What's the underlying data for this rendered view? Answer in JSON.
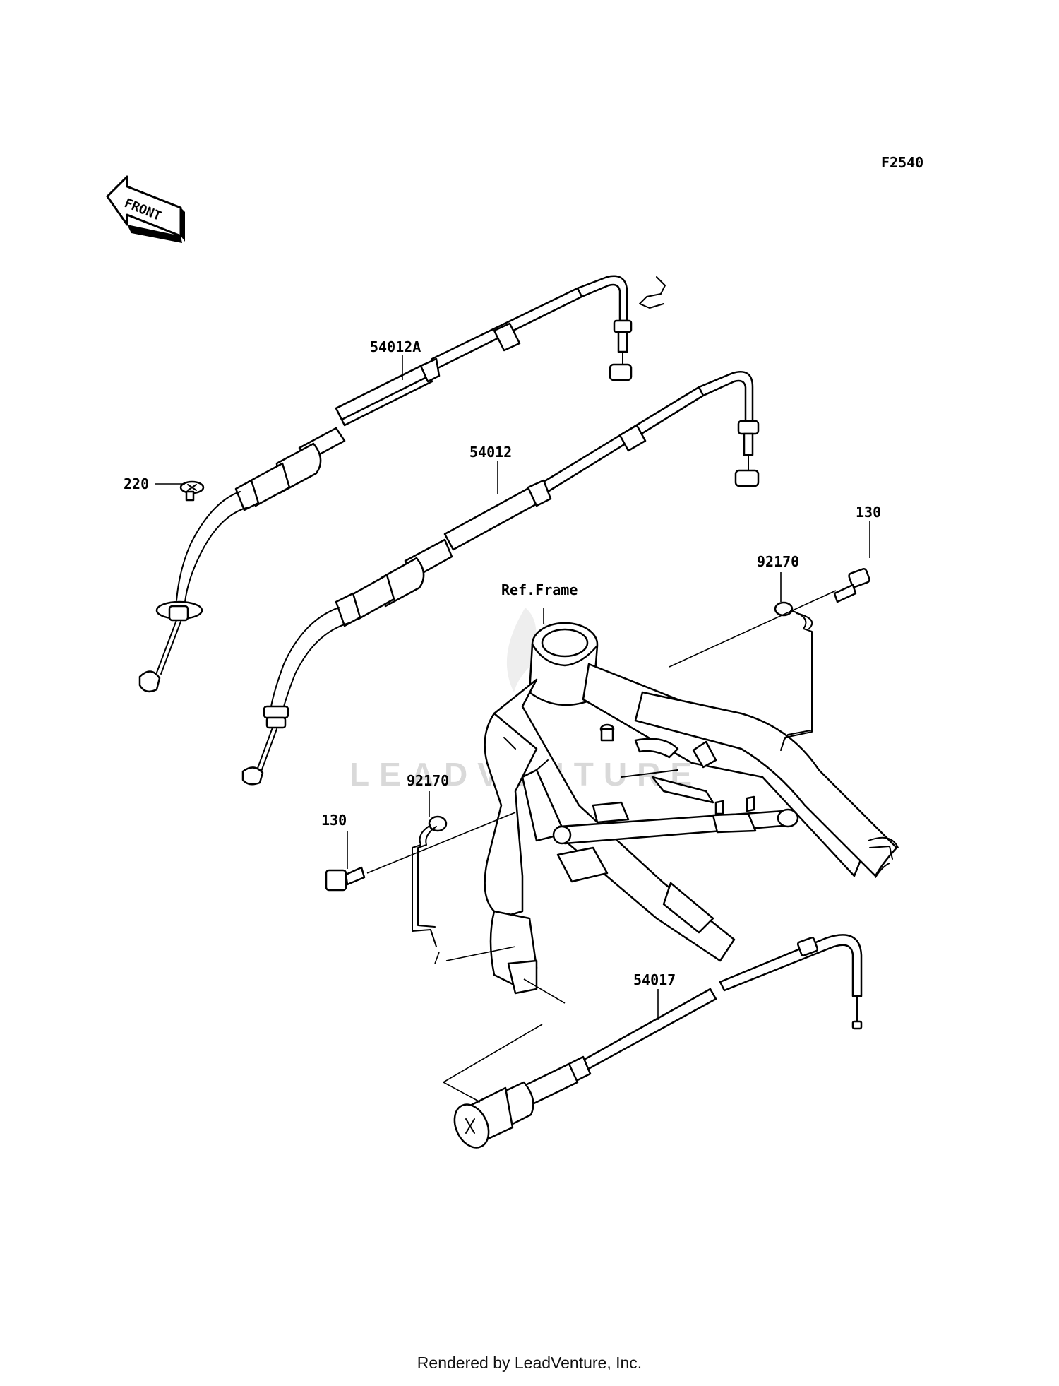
{
  "diagram": {
    "figure_code": "F2540",
    "front_label": "FRONT",
    "watermark": "LEADVENTURE",
    "labels": {
      "cable_54012a": "54012A",
      "cable_54012": "54012",
      "screw_220": "220",
      "bolt_130_right": "130",
      "clamp_92170_right": "92170",
      "ref_frame": "Ref.Frame",
      "clamp_92170_left": "92170",
      "bolt_130_left": "130",
      "choke_cable_54017": "54017"
    }
  },
  "footer": {
    "text": "Rendered by LeadVenture, Inc."
  }
}
